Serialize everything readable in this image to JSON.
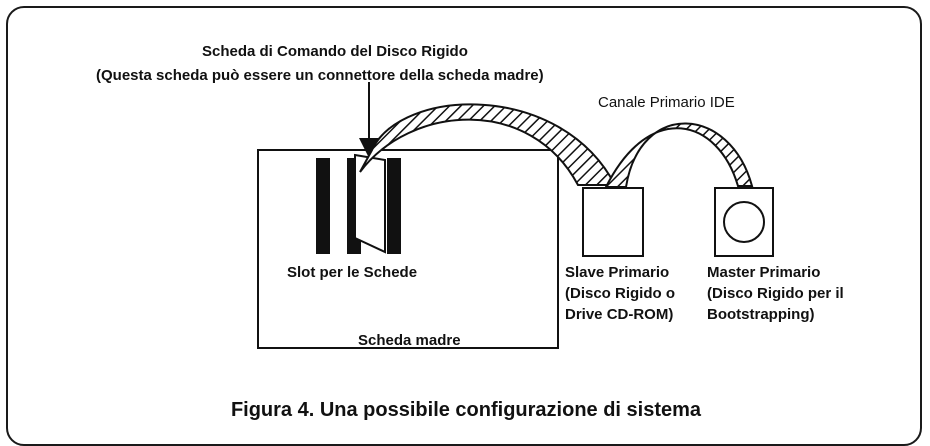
{
  "labels": {
    "controller_title": "Scheda di Comando del Disco Rigido",
    "controller_note": "(Questa scheda può essere un connettore della scheda madre)",
    "ide_channel": "Canale Primario IDE",
    "card_slots": "Slot per le Schede",
    "motherboard": "Scheda madre",
    "slave_line1": "Slave Primario",
    "slave_line2": "(Disco Rigido o",
    "slave_line3": "Drive CD-ROM)",
    "master_line1": "Master Primario",
    "master_line2": "(Disco Rigido per il",
    "master_line3": "Bootstrapping)",
    "caption": "Figura 4. Una possibile configurazione di sistema"
  },
  "colors": {
    "stroke": "#111111",
    "hatch": "#111111",
    "background": "#ffffff"
  }
}
